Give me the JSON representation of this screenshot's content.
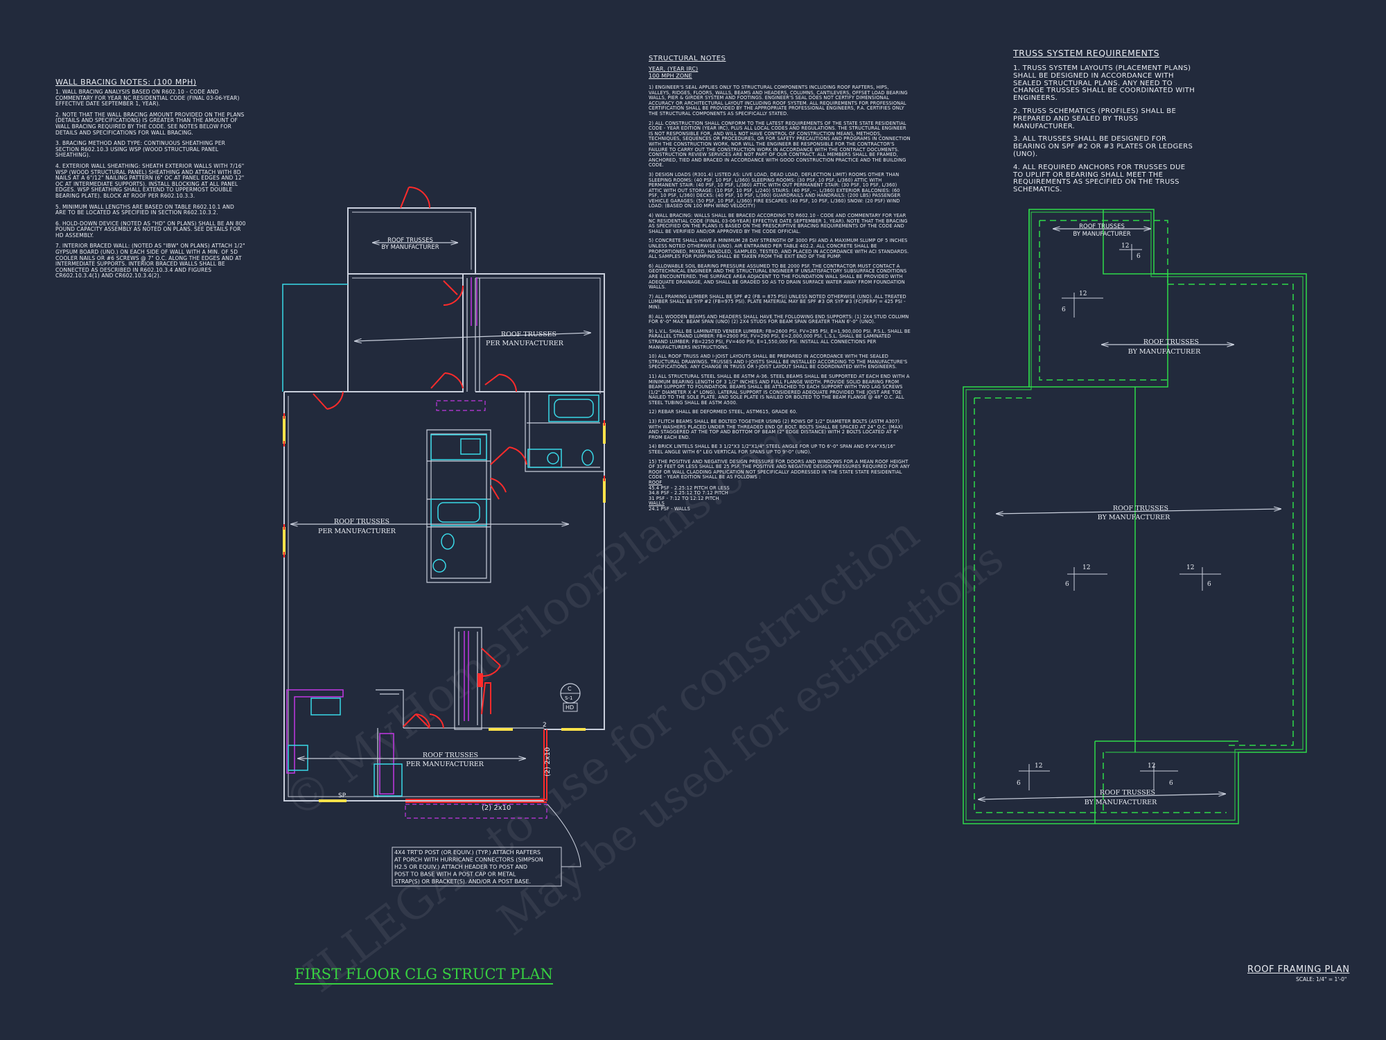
{
  "wall_bracing": {
    "heading": "WALL BRACING NOTES: (100 MPH)",
    "items": [
      "1. WALL BRACING ANALYSIS BASED ON R602.10 - CODE AND COMMENTARY FOR YEAR NC RESIDENTIAL CODE (FINAL 03-06-YEAR) EFFECTIVE DATE SEPTEMBER 1, YEAR).",
      "2. NOTE THAT THE WALL BRACING AMOUNT PROVIDED ON THE PLANS (DETAILS AND SPECIFICATIONS) IS GREATER THAN THE AMOUNT OF WALL BRACING REQUIRED BY THE CODE. SEE NOTES BELOW FOR DETAILS AND SPECIFICATIONS FOR WALL BRACING.",
      "3. BRACING METHOD AND TYPE: CONTINUOUS SHEATHING PER SECTION R602.10.3 USING WSP (WOOD STRUCTURAL PANEL SHEATHING).",
      "4. EXTERIOR WALL SHEATHING: SHEATH EXTERIOR WALLS WITH 7/16\" WSP (WOOD STRUCTURAL PANEL) SHEATHING AND ATTACH WITH 8d NAILS AT A 6\"/12\" NAILING PATTERN (6\" OC AT PANEL EDGES AND 12\" OC AT INTERMEDIATE SUPPORTS). INSTALL BLOCKING AT ALL PANEL EDGES. WSP SHEATHING SHALL EXTEND TO UPPERMOST DOUBLE BEARING PLATE). BLOCK AT ROOF PER R602.10.3.3.",
      "5. MINIMUM WALL LENGTHS ARE BASED ON TABLE R602.10.1 AND ARE TO BE LOCATED AS SPECIFIED IN SECTION R602.10.3.2.",
      "6. HOLD-DOWN DEVICE (NOTED AS \"HD\" ON PLANS) SHALL BE AN 800 POUND CAPACITY ASSEMBLY AS NOTED ON PLANS. SEE DETAILS FOR HD ASSEMBLY.",
      "7. INTERIOR BRACED WALL: (NOTED AS \"IBW\" ON PLANS) ATTACH 1/2\" GYPSUM BOARD (UNO.) ON EACH SIDE OF WALL WITH A MIN. OF 5d COOLER NAILS OR #6 SCREWS @ 7\" O.C. ALONG THE EDGES AND AT INTERMEDIATE SUPPORTS. INTERIOR BRACED WALLS SHALL BE CONNECTED AS DESCRIBED IN R602.10.3.4 AND FIGURES CR602.10.3.4(1) AND CR602.10.3.4(2)."
    ]
  },
  "structural": {
    "heading": "STRUCTURAL NOTES",
    "sub1": "YEAR, (YEAR IRC)",
    "sub2": "100 mph ZONE",
    "items": [
      "1) ENGINEER'S SEAL APPLIES ONLY TO STRUCTURAL COMPONENTS INCLUDING ROOF RAFTERS, HIPS, VALLEYS, RIDGES, FLOORS, WALLS, BEAMS AND HEADERS, COLUMNS, CANTILEVERS, OFFSET LOAD BEARING WALLS, PIER & GIRDER SYSTEM AND FOOTINGS. ENGINEER'S SEAL DOES NOT CERTIFY DIMENSIONAL ACCURACY OR ARCHITECTURAL LAYOUT INCLUDING ROOF SYSTEM. ALL REQUIREMENTS FOR PROFESSIONAL CERTIFICATION SHALL BE PROVIDED BY THE APPROPRIATE PROFESSIONAL ENGINEERS, P.A. CERTIFIES ONLY THE STRUCTURAL COMPONENTS AS SPECIFICALLY STATED.",
      "2) ALL CONSTRUCTION SHALL CONFORM TO THE LATEST REQUIREMENTS OF THE STATE STATE RESIDENTIAL CODE - YEAR EDITION (YEAR IRC), PLUS ALL LOCAL CODES AND REGULATIONS. THE STRUCTURAL ENGINEER IS NOT RESPONSIBLE FOR, AND WILL NOT HAVE CONTROL OF CONSTRUCTION MEANS, METHODS, TECHNIQUES, SEQUENCES OR PROCEDURES, OR FOR SAFETY PRECAUTIONS AND PROGRAMS IN CONNECTION WITH THE CONSTRUCTION WORK, NOR WILL THE ENGINEER BE RESPONSIBLE FOR THE CONTRACTOR'S FAILURE TO CARRY OUT THE CONSTRUCTION WORK IN ACCORDANCE WITH THE CONTRACT DOCUMENTS. CONSTRUCTION REVIEW SERVICES ARE NOT PART OF OUR CONTRACT. ALL MEMBERS SHALL BE FRAMED, ANCHORED, TIED AND BRACED IN ACCORDANCE WITH GOOD CONSTRUCTION PRACTICE AND THE BUILDING CODE.",
      "3) DESIGN LOADS (R301.4) LISTED AS: LIVE LOAD, DEAD LOAD, DEFLECTION LIMIT) ROOMS OTHER THAN SLEEPING ROOMS: (40 PSF, 10 PSF, L/360) SLEEPING ROOMS: (30 PSF, 10 PSF, L/360) ATTIC WITH PERMANENT STAIR: (40 PSF, 10 PSF, L/360) ATTIC WITH OUT PERMANENT STAIR: (30 PSF, 10 PSF, L/360) ATTIC WITH OUT STORAGE: (10 PSF, 10 PSF, L/240) STAIRS: (40 PSF, --, L/360) EXTERIOR BALCONIES: (60 PSF, 10 PSF, L/360) DECKS: (40 PSF, 10 PSF, L/360) GUARDRAILS AND HANDRAILS: (200 LBS) PASSENGER VEHICLE GARAGES: (50 PSF, 10 PSF, L/360) FIRE ESCAPES: (40 PSF, 10 PSF, L/360) SNOW: (20 PSF) WIND LOAD: (BASED ON 100 MPH WIND VELOCITY)",
      "4) WALL BRACING: WALLS SHALL BE BRACED ACCORDING TO R602.10 - CODE AND COMMENTARY FOR YEAR NC RESIDENTIAL CODE (FINAL 03-06-YEAR) EFFECTIVE DATE SEPTEMBER 1, YEAR). NOTE THAT THE BRACING AS SPECIFIED ON THE PLANS IS BASED ON THE PRESCRIPTIVE BRACING REQUIREMENTS OF THE CODE AND SHALL BE VERIFIED AND/OR APPROVED BY THE CODE OFFICIAL.",
      "5) CONCRETE SHALL HAVE A MINIMUM 28 DAY STRENGTH OF 3000 PSI AND A MAXIMUM SLUMP OF 5 INCHES UNLESS NOTED OTHERWISE (UNO). AIR ENTRAINED PER TABLE 402.2. ALL CONCRETE SHALL BE PROPORTIONED, MIXED, HANDLED, SAMPLED, TESTED, AND PLACED IN ACCORDANCE WITH ACI STANDARDS. ALL SAMPLES FOR PUMPING SHALL BE TAKEN FROM THE EXIT END OF THE PUMP.",
      "6) ALLOWABLE SOIL BEARING PRESSURE ASSUMED TO BE 2000 PSF. THE CONTRACTOR MUST CONTACT A GEOTECHNICAL ENGINEER AND THE STRUCTURAL ENGINEER IF UNSATISFACTORY SUBSURFACE CONDITIONS ARE ENCOUNTERED. THE SURFACE AREA ADJACENT TO THE FOUNDATION WALL SHALL BE PROVIDED WITH ADEQUATE DRAINAGE, AND SHALL BE GRADED SO AS TO DRAIN SURFACE WATER AWAY FROM FOUNDATION WALLS.",
      "7) ALL FRAMING LUMBER SHALL BE SPF #2 (Fb = 875 PSI) UNLESS NOTED OTHERWISE (UNO). ALL TREATED LUMBER SHALL BE SYP #2 (Fb=975 PSI). PLATE MATERIAL MAY BE SPF #3 OR SYP #3 (Fc(perp) = 425 PSI - MIN).",
      "8) ALL WOODEN BEAMS AND HEADERS SHALL HAVE THE FOLLOWING END SUPPORTS: (1) 2x4 STUD COLUMN FOR 6'-0\" MAX. BEAM SPAN (UNO) (2) 2X4 STUDS FOR BEAM SPAN GREATER THAN 6'-0\" (UNO).",
      "9) L.V.L. SHALL BE LAMINATED VENEER LUMBER: Fb=2600 PSI, Fv=285 PSI, E=1,900,000 PSI. P.S.L. SHALL BE PARALLEL STRAND LUMBER: Fb=2900 PSI, Fv=290 PSI, E=2,000,000 PSI. L.S.L. SHALL BE LAMINATED STRAND LUMBER: Fb=2250 PSI, Fv=400 PSI, E=1,550,000 PSI. INSTALL ALL CONNECTIONS PER MANUFACTURERS INSTRUCTIONS.",
      "10) ALL ROOF TRUSS AND I-JOIST LAYOUTS SHALL BE PREPARED IN ACCORDANCE WITH THE SEALED STRUCTURAL DRAWINGS. TRUSSES AND I-JOISTS SHALL BE INSTALLED ACCORDING TO THE MANUFACTURE'S SPECIFICATIONS. ANY CHANGE IN TRUSS OR I-JOIST LAYOUT SHALL BE COORDINATED WITH ENGINEERS.",
      "11) ALL STRUCTURAL STEEL SHALL BE ASTM A-36. STEEL BEAMS SHALL BE SUPPORTED AT EACH END WITH A MINIMUM BEARING LENGTH OF 3 1/2\" INCHES AND FULL FLANGE WIDTH. PROVIDE SOLID BEARING FROM BEAM SUPPORT TO FOUNDATION. BEAMS SHALL BE ATTACHED TO EACH SUPPORT WITH TWO LAG SCREWS (1/2\" DIAMETER x 4\" LONG). LATERAL SUPPORT IS CONSIDERED ADEQUATE PROVIDED THE JOIST ARE TOE NAILED TO THE SOLE PLATE, AND SOLE PLATE IS NAILED OR BOLTED TO THE BEAM FLANGE @ 48\" O.C. ALL STEEL TUBING SHALL BE ASTM A500.",
      "12) REBAR SHALL BE DEFORMED STEEL, ASTM615, GRADE 60.",
      "13) FLITCH BEAMS SHALL BE BOLTED TOGETHER USING (2) ROWS OF 1/2\" DIAMETER BOLTS (ASTM A307) WITH WASHERS PLACED UNDER THE THREADED END OF BOLT. BOLTS SHALL BE SPACED AT 24\" O.C. (MAX) AND STAGGERED AT THE TOP AND BOTTOM OF BEAM (2\" EDGE DISTANCE) WITH 2 BOLTS LOCATED AT 6\" FROM EACH END.",
      "14) BRICK LINTELS SHALL BE 3 1/2\"x3 1/2\"x1/4\" STEEL ANGLE FOR UP TO 6'-0\" SPAN AND 6\"x4\"x5/16\" STEEL ANGLE WITH 6\" LEG VERTICAL FOR SPANS UP TO 9'-0\" (UNO).",
      "15) THE POSITIVE AND NEGATIVE DESIGN PRESSURE FOR DOORS AND WINDOWS FOR A MEAN ROOF HEIGHT OF 35 FEET OR LESS SHALL BE 25 PSF. THE POSITIVE AND NEGATIVE DESIGN PRESSURES REQUIRED FOR ANY ROOF OR WALL CLADDING APPLICATION NOT SPECIFICALLY ADDRESSED IN THE STATE STATE RESIDENTIAL CODE - YEAR EDITION SHALL BE AS FOLLOWS :"
    ],
    "roof_heading": "ROOF",
    "roof_lines": [
      "45.4 PSF - 2.25:12 PITCH OR LESS",
      "34.8 PSF - 2.25:12 TO 7:12 PITCH",
      "31 PSF - 7:12 TO 12:12 PITCH"
    ],
    "walls_heading": "WALLS",
    "walls_line": "24.1 PSF - WALLS"
  },
  "truss_req": {
    "heading": "TRUSS SYSTEM REQUIREMENTS",
    "items": [
      "1. TRUSS SYSTEM LAYOUTS (PLACEMENT PLANS) SHALL BE DESIGNED IN ACCORDANCE WITH SEALED STRUCTURAL PLANS. ANY NEED TO CHANGE TRUSSES SHALL BE COORDINATED WITH ENGINEERS.",
      "2. TRUSS SCHEMATICS (PROFILES) SHALL BE PREPARED AND SEALED BY TRUSS MANUFACTURER.",
      "3. ALL TRUSSES SHALL BE DESIGNED FOR BEARING ON SPF #2 OR #3 PLATES OR LEDGERS (UNO).",
      "4. ALL REQUIRED ANCHORS FOR TRUSSES DUE TO UPLIFT OR BEARING SHALL MEET THE REQUIREMENTS AS SPECIFIED ON THE TRUSS SCHEMATICS."
    ]
  },
  "first_floor": {
    "title": "FIRST FLOOR CLG STRUCT PLAN",
    "labels": {
      "t1a": "ROOF TRUSSES",
      "t1b": "BY MANUFACTURER",
      "t2a": "ROOF TRUSSES",
      "t2b": "PER MANUFACTURER",
      "t3a": "ROOF TRUSSES",
      "t3b": "PER MANUFACTURER",
      "t4a": "ROOF TRUSSES",
      "t4b": "PER MANUFACTURER"
    },
    "beam_side": "(2) 2x10",
    "beam_bottom": "(2) 2x10",
    "sp": "SP",
    "dim": "2",
    "hd": "HD",
    "c": "C",
    "s1": "S-1",
    "callout": [
      "4X4 TRT'D POST (OR EQUIV.) (TYP.) ATTACH RAFTERS",
      "AT PORCH WITH HURRICANE CONNECTORS (SIMPSON",
      "H2.5 OR EQUIV.) ATTACH HEADER TO POST AND",
      "POST TO BASE WITH A POST CAP OR METAL",
      "STRAP(S) OR BRACKET(S). AND/OR A POST BASE."
    ]
  },
  "roof_plan": {
    "title": "ROOF FRAMING PLAN",
    "scale": "SCALE: 1/4\" = 1'-0\"",
    "labels": {
      "r1a": "ROOF TRUSSES",
      "r1b": "BY MANUFACTURER",
      "r2a": "ROOF TRUSSES",
      "r2b": "BY MANUFACTURER",
      "r3a": "ROOF TRUSSES",
      "r3b": "BY MANUFACTURER",
      "r4a": "ROOF TRUSSES",
      "r4b": "BY MANUFACTURER"
    },
    "pitch_rise": "12",
    "pitch_run": "6"
  },
  "watermark": {
    "line1": "© MyHomeFloorPlans.com",
    "line2": "ILLEGAL to use for construction",
    "line3": "May be used for estimations"
  },
  "colors": {
    "background": "#222a3c",
    "wall": "#c9cfdc",
    "door": "#ff2b2b",
    "cyan": "#39d9e8",
    "magenta": "#c238e3",
    "yellow": "#ffe24a",
    "roof_green": "#2ed94a"
  }
}
